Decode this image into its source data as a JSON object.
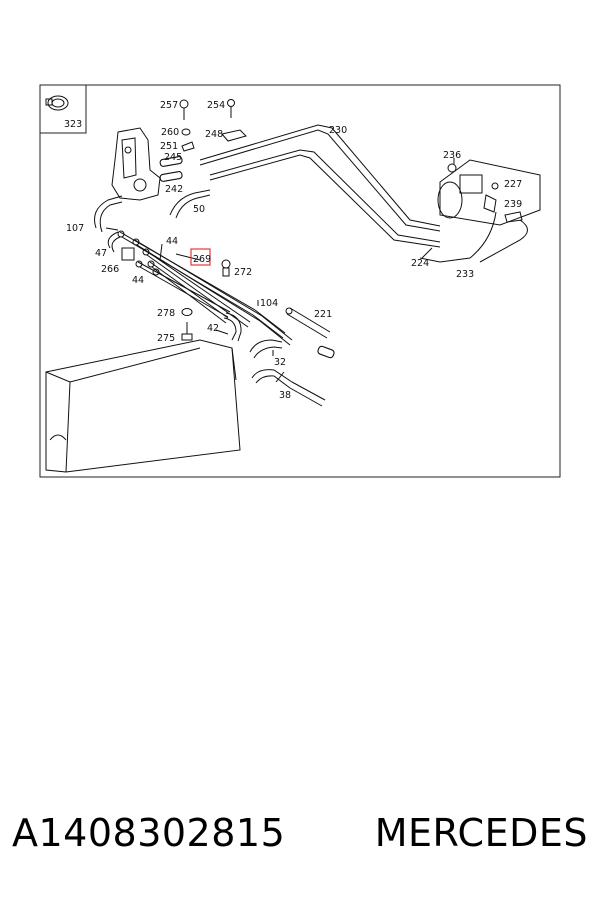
{
  "diagram": {
    "part_labels": {
      "p323": "323",
      "p257": "257",
      "p254": "254",
      "p230": "230",
      "p260": "260",
      "p248": "248",
      "p251": "251",
      "p245": "245",
      "p242": "242",
      "p50": "50",
      "p236": "236",
      "p227": "227",
      "p239": "239",
      "p107": "107",
      "p44a": "44",
      "p47": "47",
      "p266": "266",
      "p44b": "44",
      "p269": "269",
      "p272": "272",
      "p224": "224",
      "p233": "233",
      "p104": "104",
      "p221": "221",
      "p278": "278",
      "p42": "42",
      "p275": "275",
      "p32": "32",
      "p38": "38"
    },
    "highlight_color": "#e23a3a"
  },
  "footer": {
    "part_number": "A1408302815",
    "brand": "MERCEDES"
  }
}
